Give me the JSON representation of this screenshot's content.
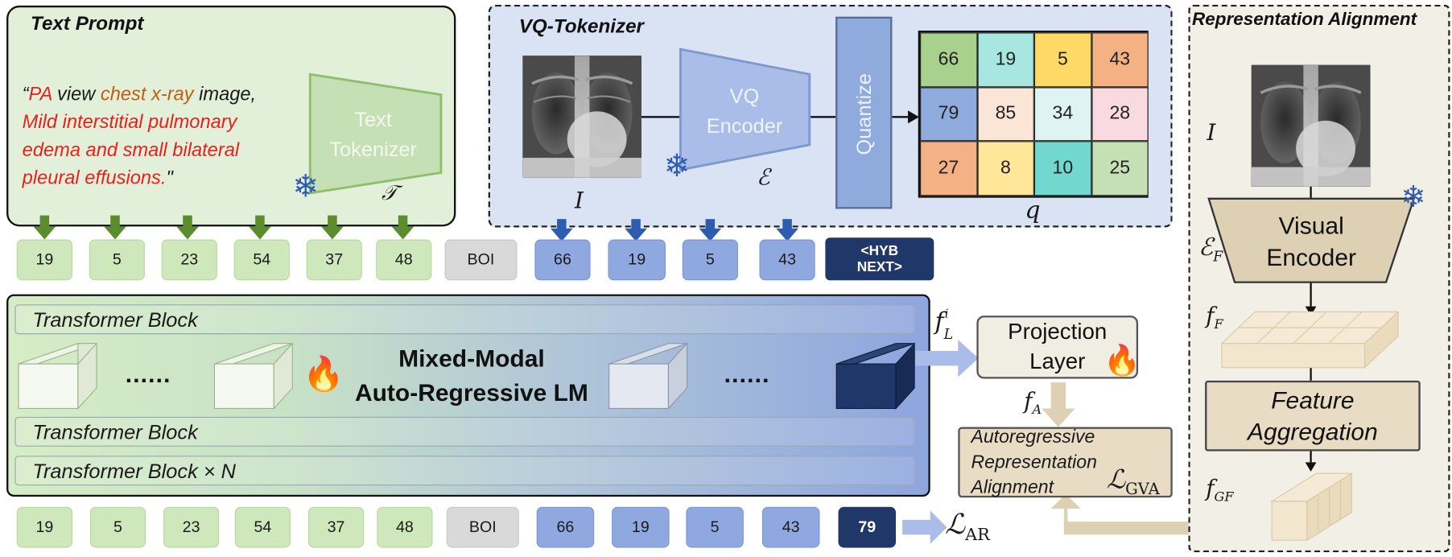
{
  "text_prompt": {
    "title": "Text Prompt",
    "quote_open": "“",
    "part_pa": "PA",
    "part_view": " view ",
    "part_chest": "chest x-ray",
    "part_image": " image,",
    "line2": "Mild interstitial pulmonary",
    "line3": "edema and small bilateral",
    "line4": "pleural effusions.",
    "quote_close": "\"",
    "tokenizer_line1": "Text",
    "tokenizer_line2": "Tokenizer",
    "tokenizer_symbol": "𝒯"
  },
  "vq_tokenizer": {
    "title": "VQ-Tokenizer",
    "encoder_line1": "VQ",
    "encoder_line2": "Encoder",
    "encoder_symbol": "ℰ",
    "image_symbol": "I",
    "quantize_label": "Quantize",
    "grid_symbol": "q",
    "grid": [
      {
        "value": "66",
        "color": "#a9d18e"
      },
      {
        "value": "19",
        "color": "#a8e6e2"
      },
      {
        "value": "5",
        "color": "#ffd966"
      },
      {
        "value": "43",
        "color": "#f4b183"
      },
      {
        "value": "79",
        "color": "#8faadc"
      },
      {
        "value": "85",
        "color": "#fbe5d6"
      },
      {
        "value": "34",
        "color": "#dff3f2"
      },
      {
        "value": "28",
        "color": "#f9dae0"
      },
      {
        "value": "27",
        "color": "#f4b183"
      },
      {
        "value": "8",
        "color": "#ffe699"
      },
      {
        "value": "10",
        "color": "#70d8cf"
      },
      {
        "value": "25",
        "color": "#c5e0b4"
      }
    ]
  },
  "input_tokens": {
    "text": [
      "19",
      "5",
      "23",
      "54",
      "37",
      "48"
    ],
    "boi": "BOI",
    "image": [
      "66",
      "19",
      "5",
      "43"
    ],
    "hyb_line1": "<HYB",
    "hyb_line2": "NEXT>"
  },
  "lm": {
    "block_top": "Transformer Block",
    "block_mid": "Transformer Block",
    "block_bottom": "Transformer Block × N",
    "title_line1": "Mixed-Modal",
    "title_line2": "Auto-Regressive LM",
    "ellipsis": "......",
    "colors": {
      "left": "#d6ecc6",
      "right": "#8ea5de"
    }
  },
  "output_tokens": {
    "text": [
      "19",
      "5",
      "23",
      "54",
      "37",
      "48"
    ],
    "boi": "BOI",
    "image": [
      "66",
      "19",
      "5",
      "43"
    ],
    "last": "79",
    "loss_symbol": "ℒ",
    "loss_sub": "AR"
  },
  "alignment": {
    "projection_line1": "Projection",
    "projection_line2": "Layer",
    "fl_symbol": "f",
    "fl_sub": "L",
    "fl_sup": "i",
    "fa_symbol": "f",
    "fa_sub": "A",
    "ara_line1": "Autoregressive",
    "ara_line2": "Representation",
    "ara_line3": "Alignment",
    "gva_symbol": "ℒ",
    "gva_sub": "GVA"
  },
  "rep_align": {
    "title": "Representation Alignment",
    "image_symbol": "I",
    "encoder_symbol": "ℰ",
    "encoder_sub": "F",
    "encoder_line1": "Visual",
    "encoder_line2": "Encoder",
    "ff_symbol": "f",
    "ff_sub": "F",
    "agg_line1": "Feature",
    "agg_line2": "Aggregation",
    "fgf_symbol": "f",
    "fgf_sub": "GF"
  },
  "colors": {
    "text_green": "#5b8c2e",
    "token_arrow_blue": "#2e5db0",
    "red_text": "#e8201c",
    "orange_text": "#c55a11",
    "vq_bg": "#dae3f3",
    "prompt_bg": "#e2f0d9",
    "tan": "#e8dcc5",
    "rep_bg": "#f2efe6"
  }
}
